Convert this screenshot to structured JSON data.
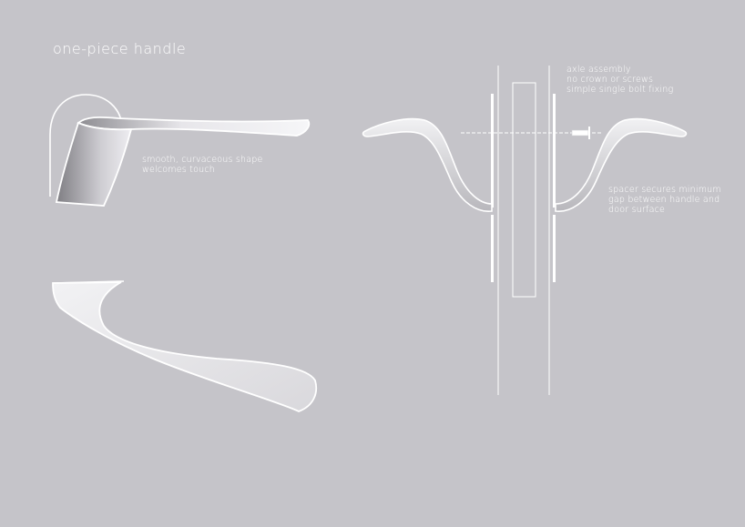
{
  "title": "one-piece handle",
  "annotations": {
    "shape": "smooth, curvaceous shape\nwelcomes touch",
    "axle": "axle assembly\nno crown or screws\nsimple single bolt fixing",
    "spacer": "spacer secures minimum\ngap between handle and\ndoor surface"
  },
  "colors": {
    "background": "#c5c4c9",
    "line": "#ffffff",
    "handle_shade": "#8e8d92"
  }
}
